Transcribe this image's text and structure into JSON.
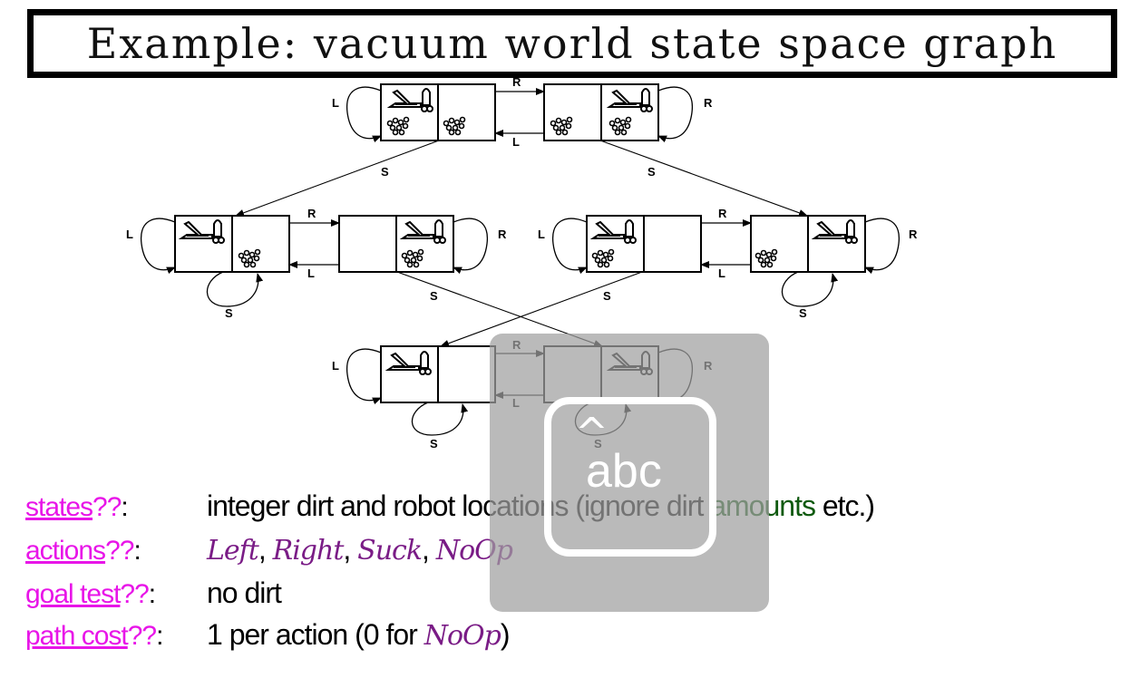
{
  "title": "Example:  vacuum world state space graph",
  "graph": {
    "edge_labels": {
      "left": "L",
      "right": "R",
      "suck": "S"
    }
  },
  "questions": [
    {
      "key": "states",
      "marks": "??",
      "colon": ":",
      "answer_parts": [
        "integer dirt and robot locations (ignore dirt ",
        "amounts",
        " etc.)"
      ]
    },
    {
      "key": "actions",
      "marks": "??",
      "colon": ":",
      "answer_parts": [
        "Left",
        ", ",
        "Right",
        ", ",
        "Suck",
        ", ",
        "NoOp"
      ]
    },
    {
      "key": "goal test",
      "marks": "??",
      "colon": ":",
      "answer_parts": [
        "no dirt"
      ]
    },
    {
      "key": "path cost",
      "marks": "??",
      "colon": ":",
      "answer_parts": [
        "1 per action (0 for ",
        "NoOp",
        ")"
      ]
    }
  ],
  "overlay": {
    "caret": "^",
    "icon_text": "abc"
  },
  "colors": {
    "question_key": "#e815e8",
    "action_names": "#7a1c86",
    "amounts": "#0f5a0f"
  }
}
